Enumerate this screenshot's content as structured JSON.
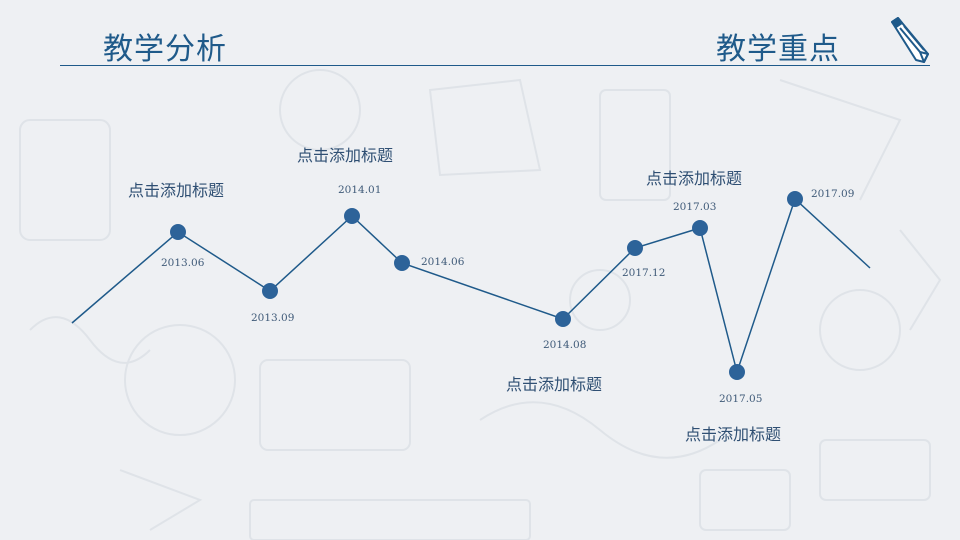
{
  "header": {
    "left_title": "教学分析",
    "right_title": "教学重点",
    "icon": "pencil-icon"
  },
  "timeline": {
    "dates": [
      "2013.06",
      "2013.09",
      "2014.01",
      "2014.06",
      "2014.08",
      "2017.12",
      "2017.03",
      "2017.05",
      "2017.09"
    ],
    "event_titles": [
      "点击添加标题",
      "点击添加标题",
      "点击添加标题",
      "点击添加标题",
      "点击添加标题"
    ]
  },
  "colors": {
    "accent": "#1f5a8a",
    "node": "#2d6399",
    "background": "#eef0f3"
  }
}
